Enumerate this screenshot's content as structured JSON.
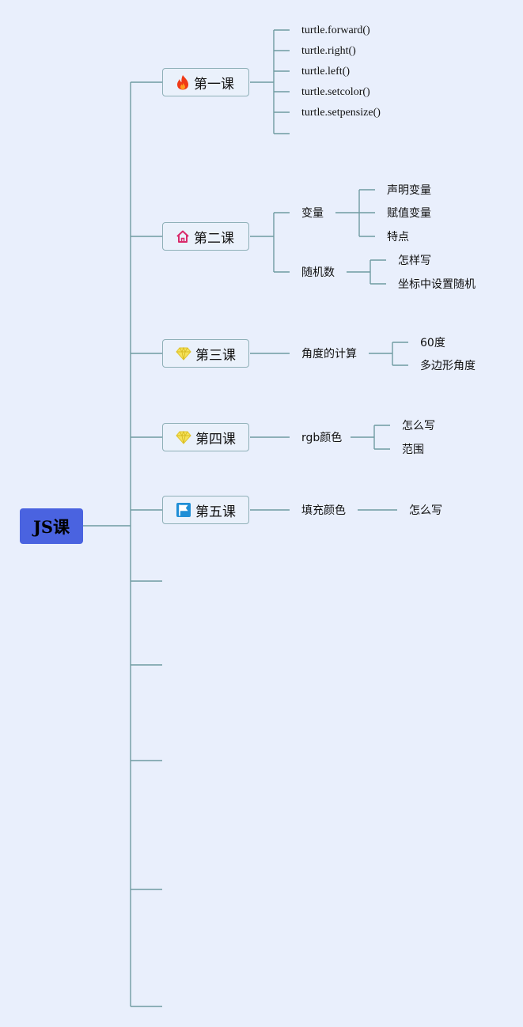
{
  "root": {
    "label": "JS课"
  },
  "lessons": [
    {
      "label": "第一课",
      "icon": "fire-icon",
      "children": [
        "turtle.forward()",
        "turtle.right()",
        "turtle.left()",
        "turtle.setcolor()",
        "turtle.setpensize()"
      ]
    },
    {
      "label": "第二课",
      "icon": "home-icon",
      "children": [
        {
          "label": "变量",
          "children": [
            "声明变量",
            "赋值变量",
            "特点"
          ]
        },
        {
          "label": "随机数",
          "children": [
            "怎样写",
            "坐标中设置随机"
          ]
        }
      ]
    },
    {
      "label": "第三课",
      "icon": "diamond-icon",
      "children": [
        {
          "label": "角度的计算",
          "children": [
            "60度",
            "多边形角度"
          ]
        }
      ]
    },
    {
      "label": "第四课",
      "icon": "diamond-icon",
      "children": [
        {
          "label": "rgb颜色",
          "children": [
            "怎么写",
            "范围"
          ]
        }
      ]
    },
    {
      "label": "第五课",
      "icon": "flag-icon",
      "children": [
        {
          "label": "填充颜色",
          "children": [
            "怎么写"
          ]
        }
      ]
    }
  ],
  "colors": {
    "root_fill": "#4a63e0",
    "connector": "#5e8f95",
    "background": "#e9effc"
  }
}
